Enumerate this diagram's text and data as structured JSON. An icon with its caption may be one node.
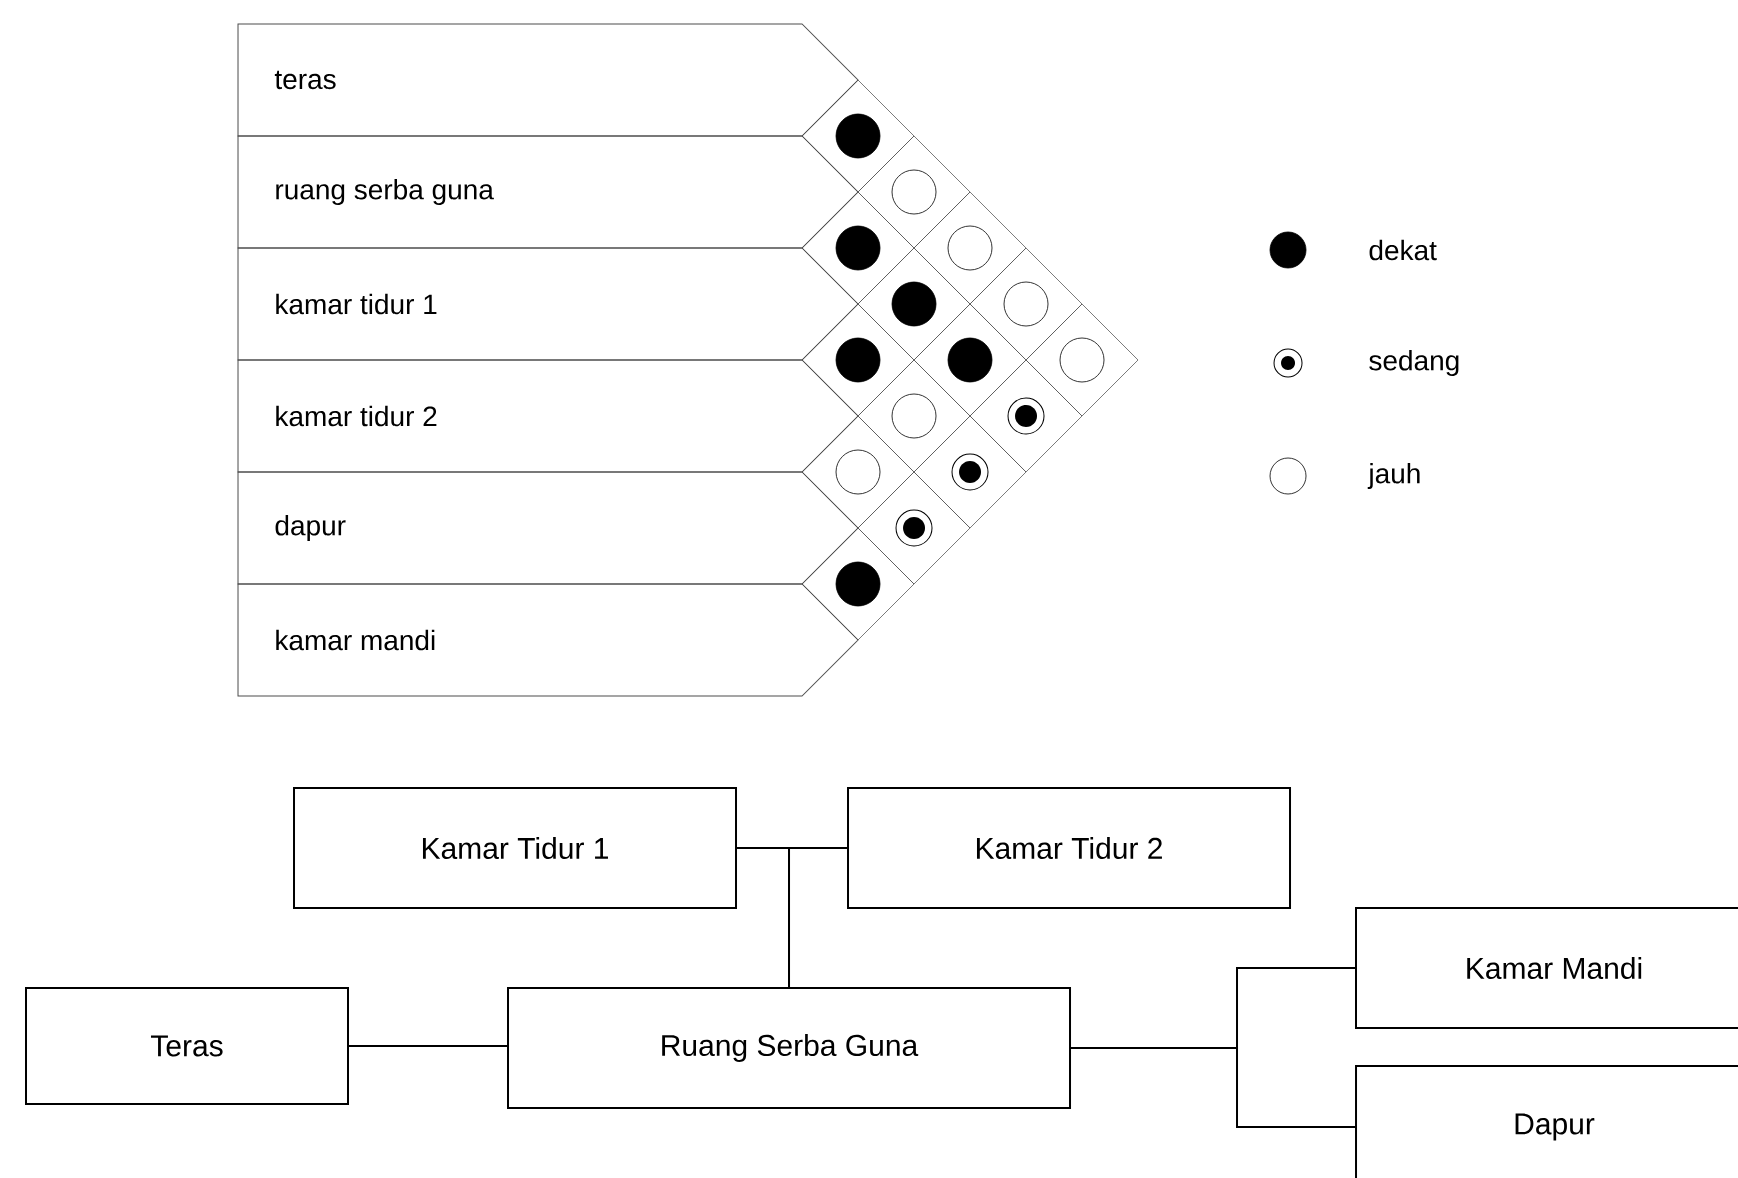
{
  "diagram": {
    "nodes": [
      {
        "text": [
          "teras"
        ]
      },
      {
        "text": [
          "ruang serba guna"
        ]
      },
      {
        "text": [
          "kamar tidur 1"
        ]
      },
      {
        "text": [
          "kamar tidur 2"
        ]
      },
      {
        "text": [
          "dapur"
        ]
      },
      {
        "text": [
          "kamar mandi"
        ]
      },
      {
        "text": [],
        "shape": "dot"
      },
      {
        "text": [],
        "shape": "circle"
      },
      {
        "text": [],
        "shape": "dot"
      },
      {
        "text": [],
        "shape": "circle"
      },
      {
        "text": [],
        "shape": "dot"
      },
      {
        "text": [],
        "shape": "circle"
      },
      {
        "text": [],
        "shape": "dot"
      },
      {
        "text": [],
        "shape": "dot"
      },
      {
        "text": [],
        "shape": "circle"
      },
      {
        "text": [],
        "shape": "circle"
      },
      {
        "text": [],
        "shape": "bullseye"
      },
      {
        "text": [],
        "shape": "circle"
      },
      {
        "text": [],
        "shape": "bullseye"
      },
      {
        "text": [],
        "shape": "bullseye"
      },
      {
        "text": [],
        "shape": "dot"
      },
      {
        "text": [
          "Kamar Tidur 1"
        ]
      },
      {
        "text": [
          "Kamar Tidur 2"
        ]
      },
      {
        "text": [
          "Teras"
        ]
      },
      {
        "text": [
          "Ruang Serba Guna"
        ]
      },
      {
        "text": [
          "Kamar Mandi"
        ]
      },
      {
        "text": [
          "Dapur"
        ]
      }
    ],
    "edges": [
      {
        "from": 23,
        "to": 24,
        "arrow": "none"
      },
      {
        "from": 24,
        "to": 21,
        "arrow": "none"
      },
      {
        "from": 24,
        "to": 22,
        "arrow": "none"
      },
      {
        "from": 24,
        "to": 25,
        "arrow": "none"
      },
      {
        "from": 24,
        "to": 26,
        "arrow": "none"
      }
    ],
    "legend": [
      {
        "text": "dekat"
      },
      {
        "text": "sedang"
      },
      {
        "text": "jauh"
      }
    ]
  }
}
